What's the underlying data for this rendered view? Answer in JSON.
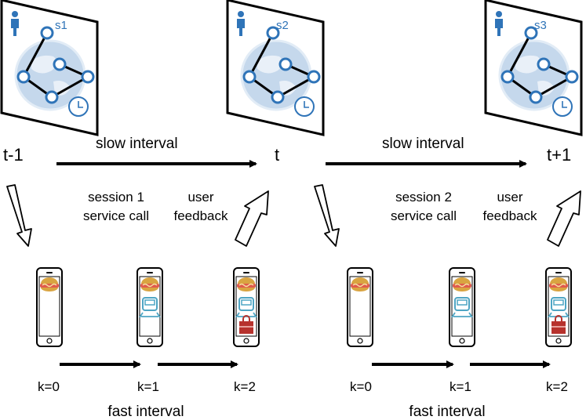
{
  "time_labels": {
    "t_prev": "t-1",
    "t_now": "t",
    "t_next": "t+1"
  },
  "slow_interval_label": "slow interval",
  "fast_interval_label": "fast interval",
  "sessions": [
    {
      "state": "s1",
      "call_line1": "session 1",
      "call_line2": "service call",
      "feedback_line1": "user",
      "feedback_line2": "feedback"
    },
    {
      "state": "s2"
    },
    {
      "state": "s3",
      "call_line1": "session 2",
      "call_line2": "service call",
      "feedback_line1": "user",
      "feedback_line2": "feedback"
    }
  ],
  "step_labels": [
    "k=0",
    "k=1",
    "k=2"
  ],
  "colors": {
    "accent": "#2f74b8",
    "globe": "#c5d8ec",
    "card_red": "#b7322d",
    "screen_border": "#000000"
  },
  "phone_icons": [
    "food-icon",
    "train-icon",
    "bag-icon"
  ]
}
